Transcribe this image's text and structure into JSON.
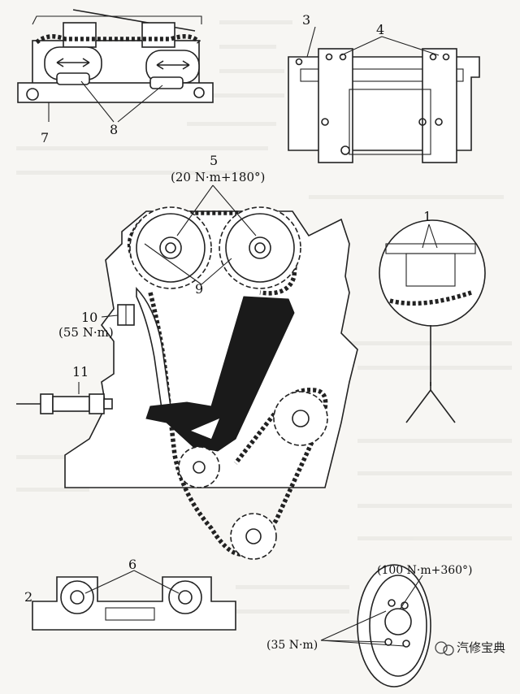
{
  "labels": {
    "n1": "1",
    "n2": "2",
    "n3": "3",
    "n4": "4",
    "n5": "5",
    "n6": "6",
    "n7": "7",
    "n8": "8",
    "n9": "9",
    "n10": "10",
    "n11": "11"
  },
  "torques": {
    "t5": "(20 N·m+180°)",
    "t10": "(55 N·m)",
    "crank": "(100 N·m+360°)",
    "pulley_bolts": "(35 N·m)"
  },
  "watermark": "汽修宝典",
  "colors": {
    "ink": "#222222",
    "paper": "#f7f6f3",
    "fill_dark": "#1a1a1a"
  }
}
